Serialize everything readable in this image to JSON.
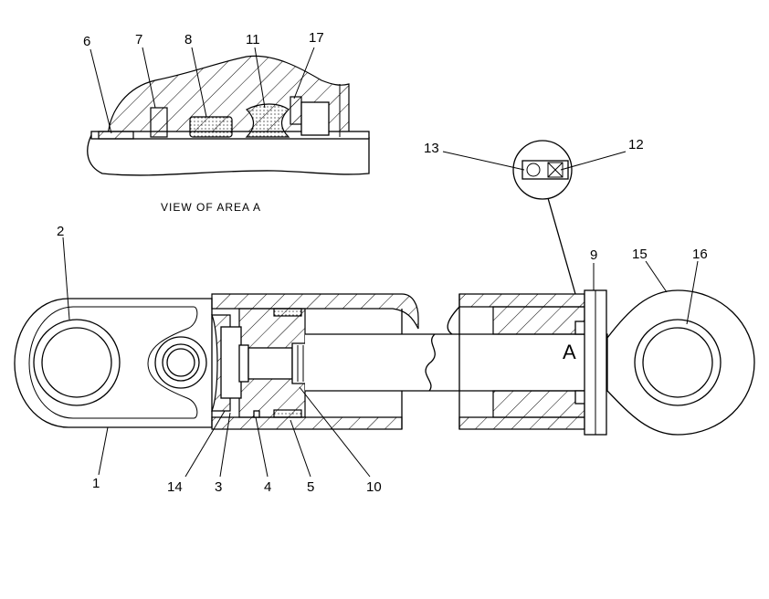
{
  "caption": "VIEW OF AREA A",
  "area_marker": "A",
  "labels": {
    "l1": "1",
    "l2": "2",
    "l3": "3",
    "l4": "4",
    "l5": "5",
    "l6": "6",
    "l7": "7",
    "l8": "8",
    "l9": "9",
    "l10": "10",
    "l11": "11",
    "l12": "12",
    "l13": "13",
    "l14": "14",
    "l15": "15",
    "l16": "16",
    "l17": "17"
  }
}
